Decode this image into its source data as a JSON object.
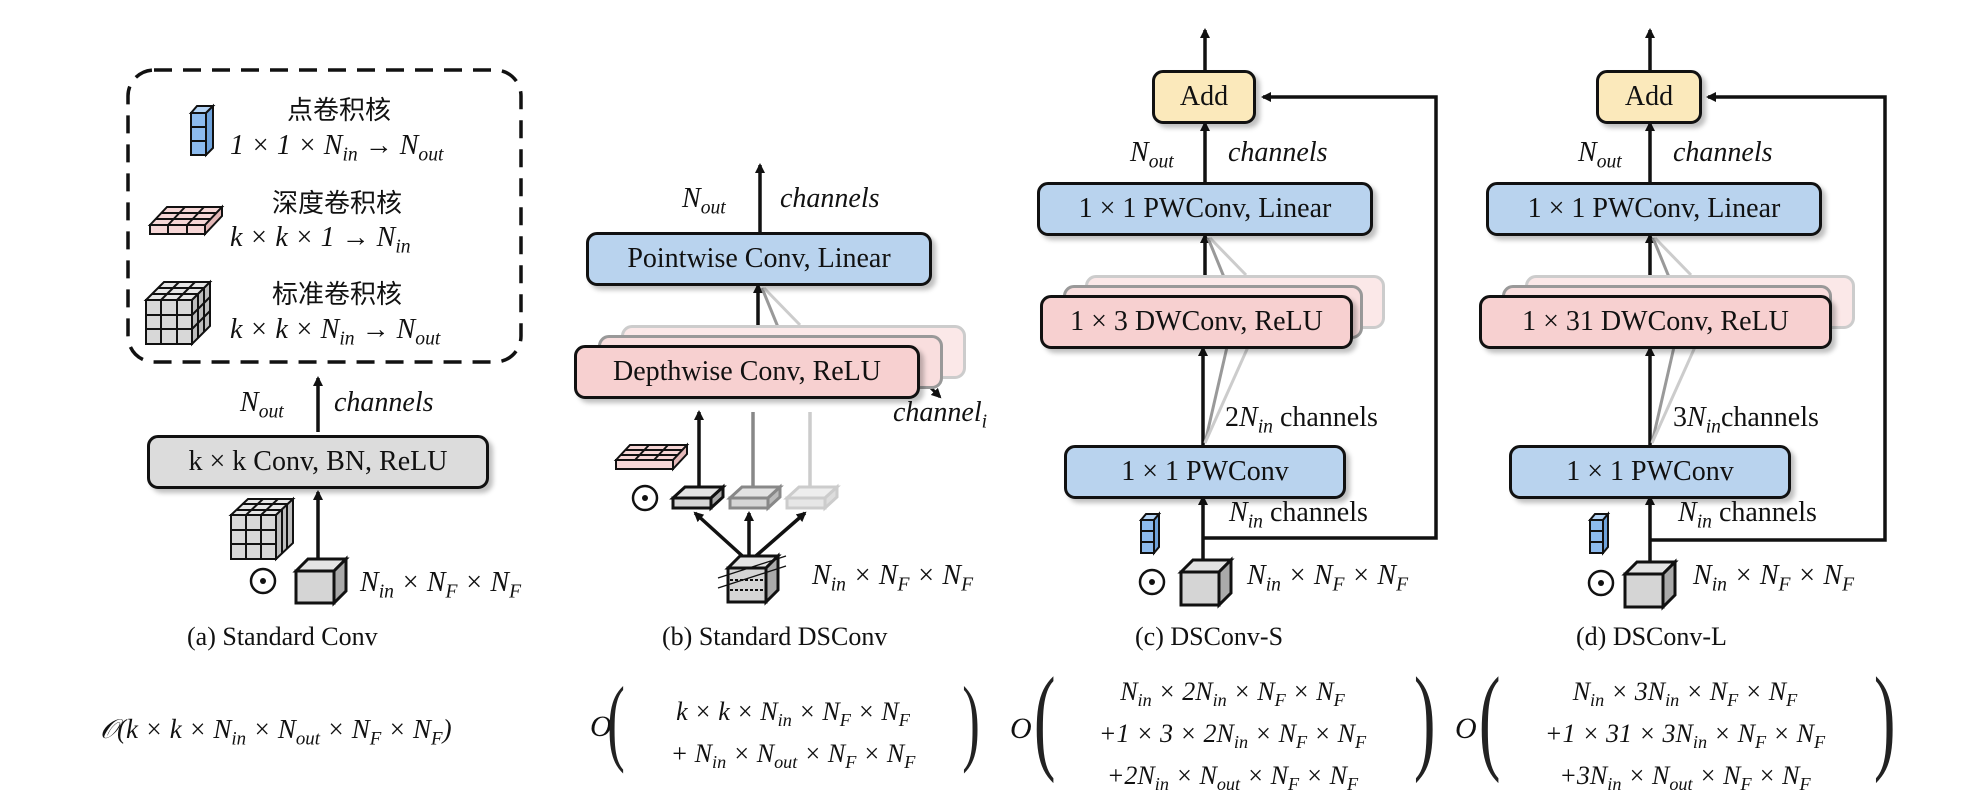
{
  "legend": {
    "pointwise_title": "点卷积核",
    "pointwise_formula": "1 × 1 × Nin → Nout",
    "depthwise_title": "深度卷积核",
    "depthwise_formula": "k × k × 1 → Nin",
    "standard_title": "标准卷积核",
    "standard_formula": "k × k × Nin → Nout"
  },
  "panel_a": {
    "caption": "(a) Standard Conv",
    "block": "k × k Conv, BN, ReLU",
    "out_label": "Nout",
    "out_channels": "channels",
    "input_label": "Nin × NF × NF",
    "complexity": "O(k × k × Nin × Nout × NF × NF)"
  },
  "panel_b": {
    "caption": "(b) Standard DSConv",
    "pw_block": "Pointwise Conv, Linear",
    "dw_block": "Depthwise Conv, ReLU",
    "out_label": "Nout",
    "out_channels": "channels",
    "channel_label": "channel",
    "channel_sub": "i",
    "input_label": "Nin × NF × NF",
    "complexity_line1": "k × k × Nin × NF × NF",
    "complexity_line2": "+ Nin × Nout × NF × NF"
  },
  "panel_c": {
    "caption": "(c) DSConv-S",
    "add_block": "Add",
    "pw_linear_block": "1 × 1 PWConv, Linear",
    "dw_block": "1 × 3 DWConv, ReLU",
    "pw_block": "1 × 1 PWConv",
    "out_label": "Nout",
    "out_channels": "channels",
    "mid_label": "2Nin channels",
    "in_label": "Nin channels",
    "input_label": "Nin × NF × NF",
    "complexity_line1": "Nin × 2Nin × NF × NF",
    "complexity_line2": "+1 × 3 × 2Nin × NF × NF",
    "complexity_line3": "+2Nin × Nout × NF × NF"
  },
  "panel_d": {
    "caption": "(d) DSConv-L",
    "add_block": "Add",
    "pw_linear_block": "1 × 1 PWConv, Linear",
    "dw_block": "1 × 31 DWConv, ReLU",
    "pw_block": "1 × 1 PWConv",
    "out_label": "Nout",
    "out_channels": "channels",
    "mid_label": "3Nin channels",
    "in_label": "Nin channels",
    "input_label": "Nin × NF × NF",
    "complexity_line1": "Nin × 3Nin × NF × NF",
    "complexity_line2": "+1 × 31 × 3Nin × NF × NF",
    "complexity_line3": "+3Nin × Nout × NF × NF"
  },
  "big_o": "O",
  "colors": {
    "pointwise": "#b9d3ee",
    "depthwise": "#f7d0d0",
    "standard": "#dcdcdc",
    "add": "#fbe9bb"
  }
}
